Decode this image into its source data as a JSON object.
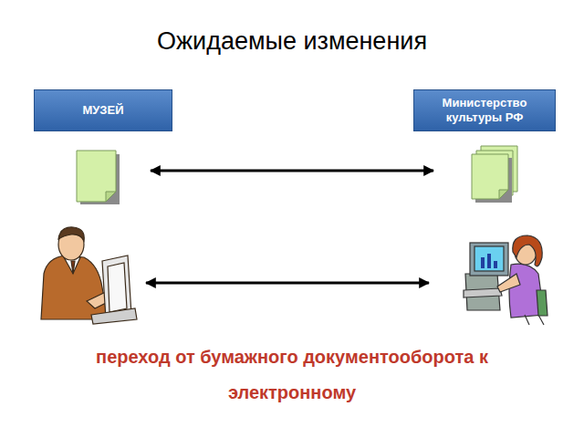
{
  "diagram": {
    "title": "Ожидаемые изменения",
    "nodes": [
      {
        "text": [
          "МУЗЕЙ"
        ]
      },
      {
        "text": [
          "Министерство культуры РФ"
        ]
      }
    ],
    "caption": "переход от бумажного документооборота к электронному"
  }
}
